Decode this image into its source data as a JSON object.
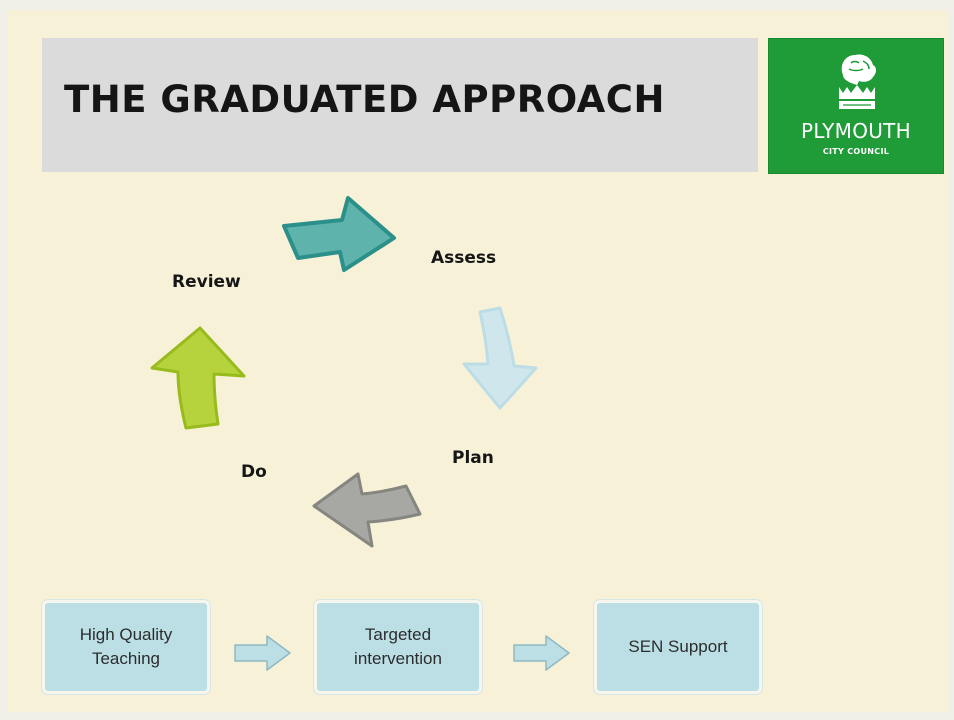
{
  "title": "THE GRADUATED APPROACH",
  "logo": {
    "name": "PLYMOUTH",
    "subtitle": "CITY COUNCIL",
    "background": "#1f9b38",
    "icon": "lion-crest-icon"
  },
  "cycle": {
    "stages": [
      {
        "label": "Assess",
        "arrow_color": "#5fb3ad"
      },
      {
        "label": "Plan",
        "arrow_color": "#cfe7ec"
      },
      {
        "label": "Do",
        "arrow_color": "#a7a8a3"
      },
      {
        "label": "Review",
        "arrow_color": "#b6d23c"
      }
    ]
  },
  "pathway": {
    "steps": [
      {
        "label": "High Quality\nTeaching"
      },
      {
        "label": "Targeted\nintervention"
      },
      {
        "label": "SEN Support"
      }
    ],
    "box_color": "#bcdfe6",
    "arrow_color": "#bcdfe6"
  }
}
